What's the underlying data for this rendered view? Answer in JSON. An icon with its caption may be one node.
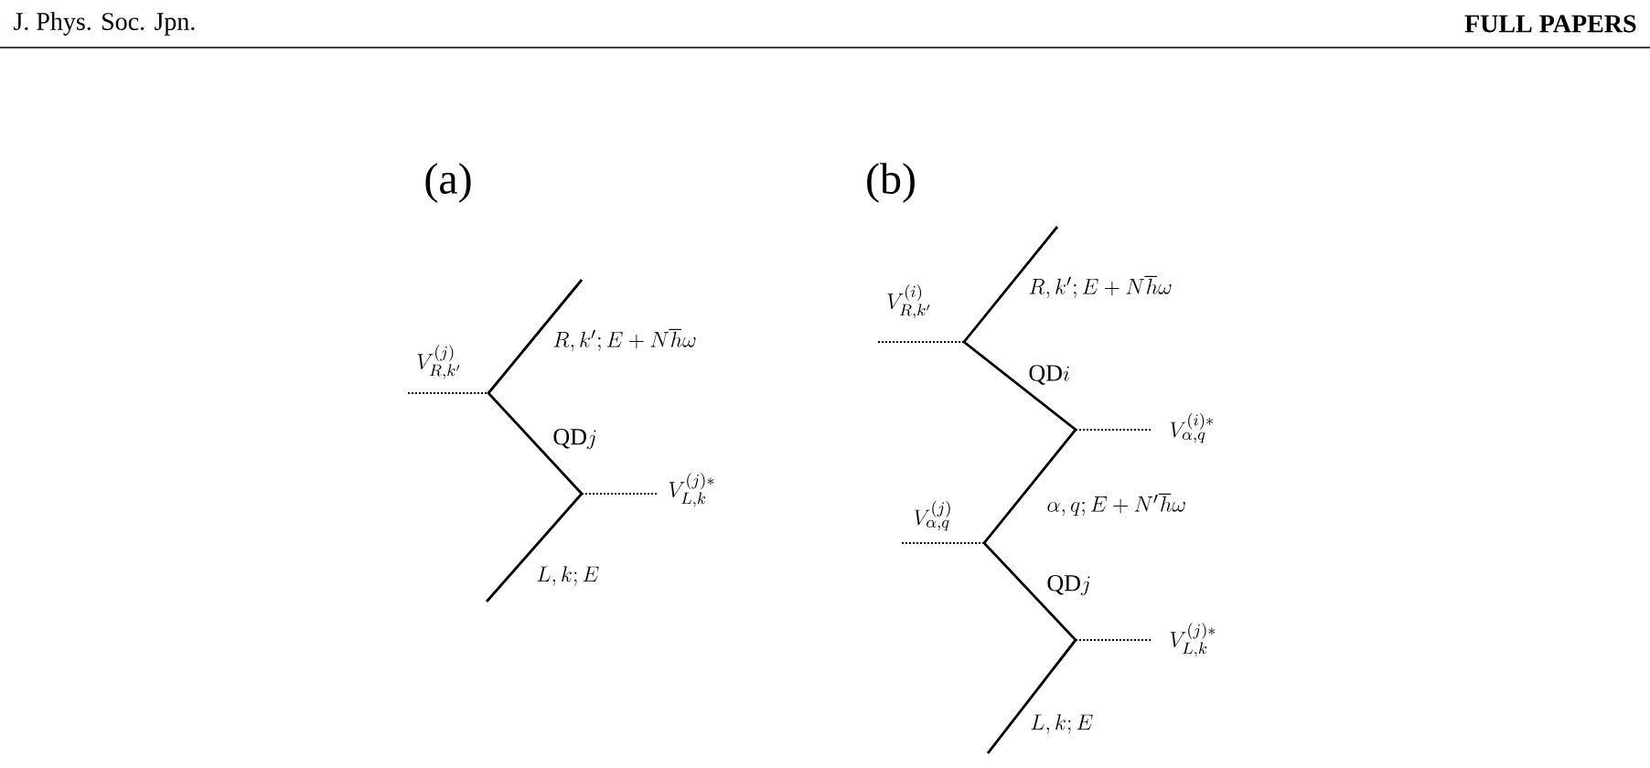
{
  "diagram": {
    "labels": [
      "J. Phys. Soc. Jpn.",
      "FULL PAPERS",
      "(a)",
      "(b)",
      "V^{(j)}_{R,k'}",
      "R,k';E+N\\hbar\\omega",
      "\\mathrm{QD}j",
      "V^{(j)*}_{L,k}",
      "L,k;E",
      "V^{(i)}_{R,k'}",
      "R,k';E+N\\hbar\\omega",
      "\\mathrm{QD}i",
      "V^{(i)*}_{\\alpha,q}",
      "V^{(j)}_{\\alpha,q}",
      "\\alpha,q;E+N'\\hbar\\omega",
      "\\mathrm{QD}j",
      "V^{(j)*}_{L,k}",
      "L,k;E"
    ]
  }
}
